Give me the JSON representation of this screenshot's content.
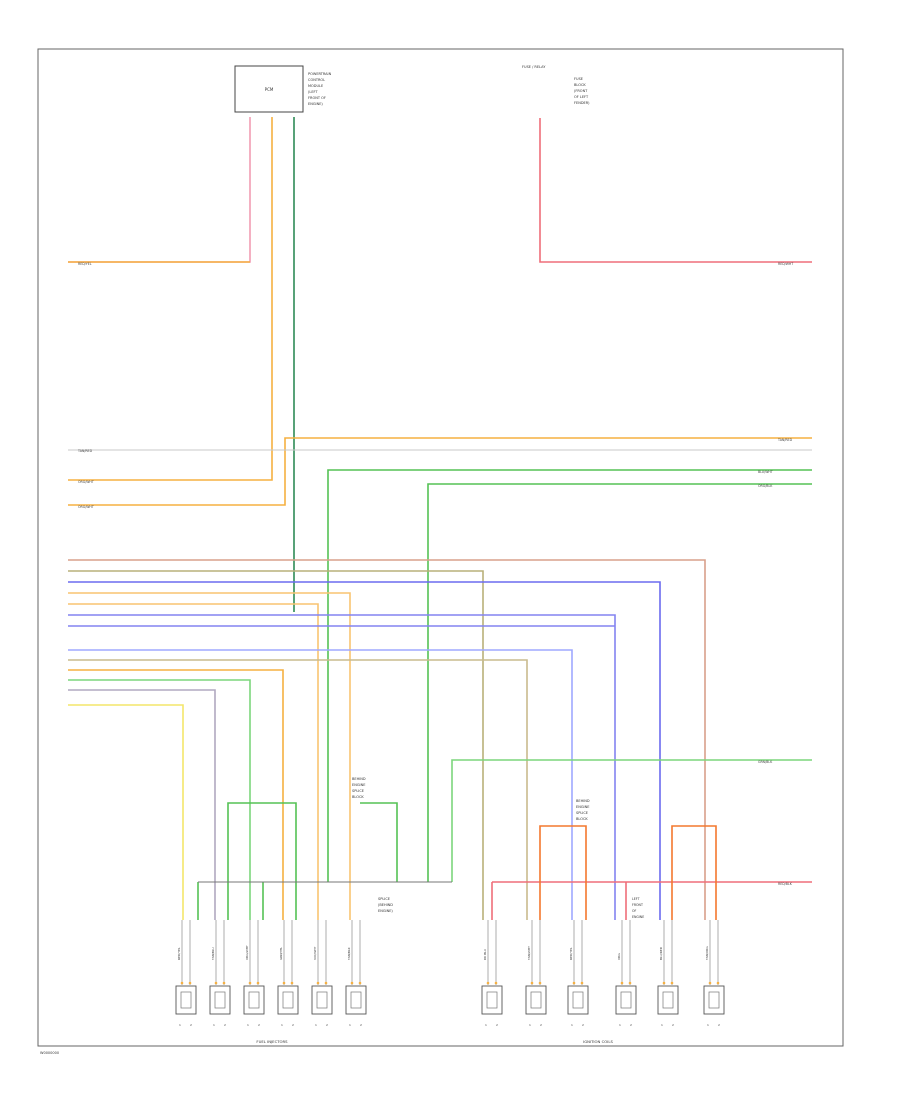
{
  "labels": {
    "pcm_box": "PCM",
    "pcm_note": [
      "POWERTRAIN",
      "CONTROL",
      "MODULE",
      "(LEFT",
      "FRONT OF",
      "ENGINE)"
    ],
    "fuse_block": "FUSE / RELAY",
    "fuse_note": [
      "FUSE",
      "BLOCK",
      "(FRONT",
      "OF LEFT",
      "FENDER)"
    ],
    "splice_center": [
      "SPLICE",
      "(BEHIND",
      "ENGINE)"
    ],
    "splice_left": [
      "BEHIND",
      "ENGINE",
      "SPLICE",
      "BLOCK"
    ],
    "splice_right": [
      "BEHIND",
      "ENGINE",
      "SPLICE",
      "BLOCK"
    ],
    "ground_note": [
      "LEFT",
      "FRONT",
      "OF",
      "ENGINE"
    ],
    "fuel_injectors": "FUEL INJECTORS",
    "ignition_coils": "IGNITION COILS",
    "footer_id": "W0000000"
  },
  "wire_labels": {
    "left_top": "RED/YEL",
    "right_top": "RED/WHT",
    "tan_red": "TAN/RED",
    "tan_red_b": "TAN/RED",
    "org_wht": "ORG/WHT",
    "org_wht_b": "ORG/WHT",
    "blu_wht": "BLU/WHT",
    "org_blk": "ORG/BLK",
    "red_blk": "RED/BLK",
    "grn_blk": "GRN/BLK"
  },
  "injector_wires": [
    "RED/YEL",
    "TAN/BLU",
    "ORG/WHT",
    "GRN/YEL",
    "VIO/WHT",
    "TAN/BLK"
  ],
  "coil_wires": [
    "DK BLU",
    "TAN/WHT",
    "RED/YEL",
    "ORG",
    "BLU/RED",
    "TAN/ORG"
  ],
  "connector_pins": [
    "1",
    "2",
    "1",
    "2",
    "1",
    "2",
    "1",
    "2",
    "1",
    "2",
    "1",
    "2"
  ],
  "colors": {
    "pink": "#f29cb3",
    "orange": "#f5b041",
    "light_orange": "#f8c471",
    "teal": "#2e8b57",
    "green": "#55c255",
    "light_green": "#7cd67c",
    "blue": "#6b6bef",
    "light_blue": "#9fa8ff",
    "red": "#ef4c55",
    "yellow": "#f4e66a",
    "tan": "#d6c08a",
    "brown": "#b98a6b",
    "gray": "#8f8f8f",
    "lavender": "#b6a1d6"
  }
}
